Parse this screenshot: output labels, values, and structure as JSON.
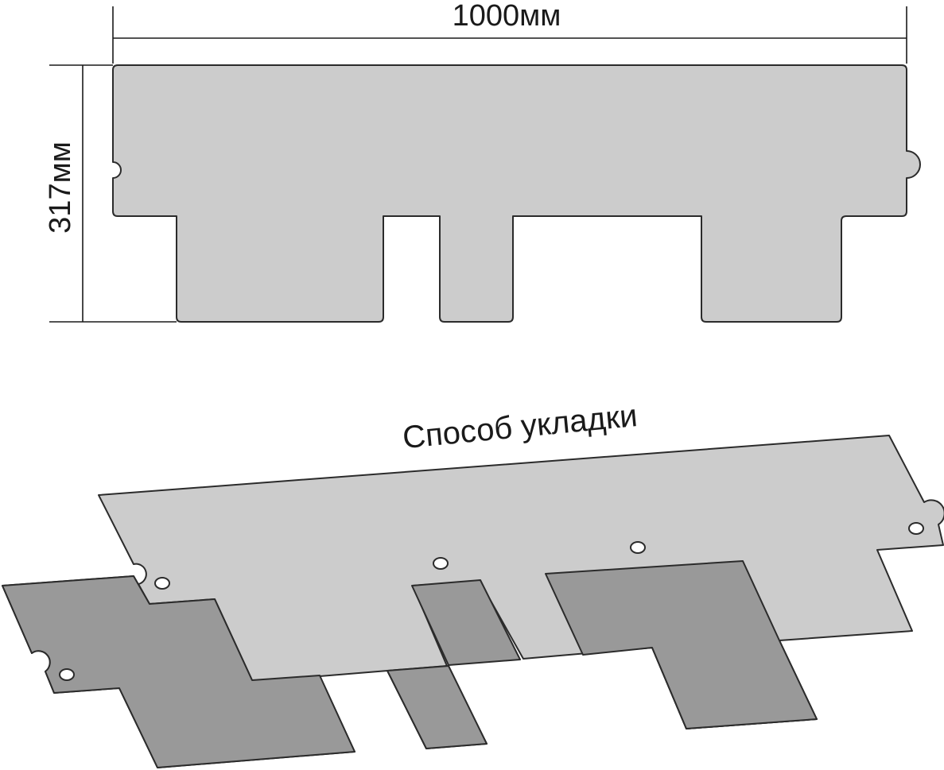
{
  "dimensions": {
    "width_label": "1000мм",
    "height_label": "317мм"
  },
  "laying": {
    "caption": "Способ укладки"
  },
  "colors": {
    "shingle_light": "#cccccc",
    "shingle_dark": "#999999",
    "outline": "#2b2b2b",
    "background": "#ffffff"
  }
}
